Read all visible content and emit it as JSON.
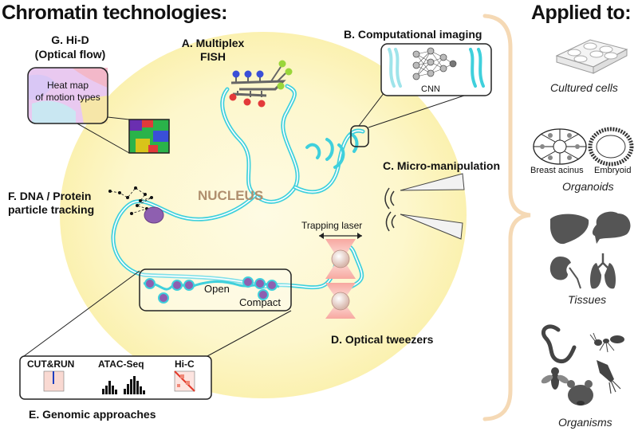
{
  "header": {
    "left_title": "Chromatin technologies:",
    "right_title": "Applied to:"
  },
  "nucleus_label": "NUCLEUS",
  "techniques": {
    "hid": {
      "title_line1": "G. Hi-D",
      "title_line2": "(Optical flow)",
      "heatmap_line1": "Heat map",
      "heatmap_line2": "of motion types"
    },
    "fish": {
      "title_line1": "A. Multiplex",
      "title_line2": "FISH"
    },
    "imaging": {
      "title": "B. Computational imaging",
      "cnn_label": "CNN"
    },
    "micro": {
      "title": "C. Micro-manipulation"
    },
    "tracking": {
      "title_line1": "F. DNA / Protein",
      "title_line2": "particle tracking"
    },
    "tweezers": {
      "title": "D. Optical tweezers",
      "laser_label": "Trapping laser"
    },
    "chromatin": {
      "open_label": "Open",
      "compact_label": "Compact"
    },
    "genomic": {
      "title": "E. Genomic approaches",
      "cutrun": "CUT&RUN",
      "atac": "ATAC-Seq",
      "hic": "Hi-C"
    }
  },
  "applied": {
    "cultured": "Cultured cells",
    "breast": "Breast acinus",
    "embryoid": "Embryoid",
    "organoids": "Organoids",
    "tissues": "Tissues",
    "organisms": "Organisms"
  },
  "colors": {
    "nucleus_fill": "#fdf6c4",
    "dna": "#3fd0dc",
    "brace": "#f5d9b5",
    "nucleosome": "#8e5fb0",
    "organ_gray": "#555555"
  }
}
